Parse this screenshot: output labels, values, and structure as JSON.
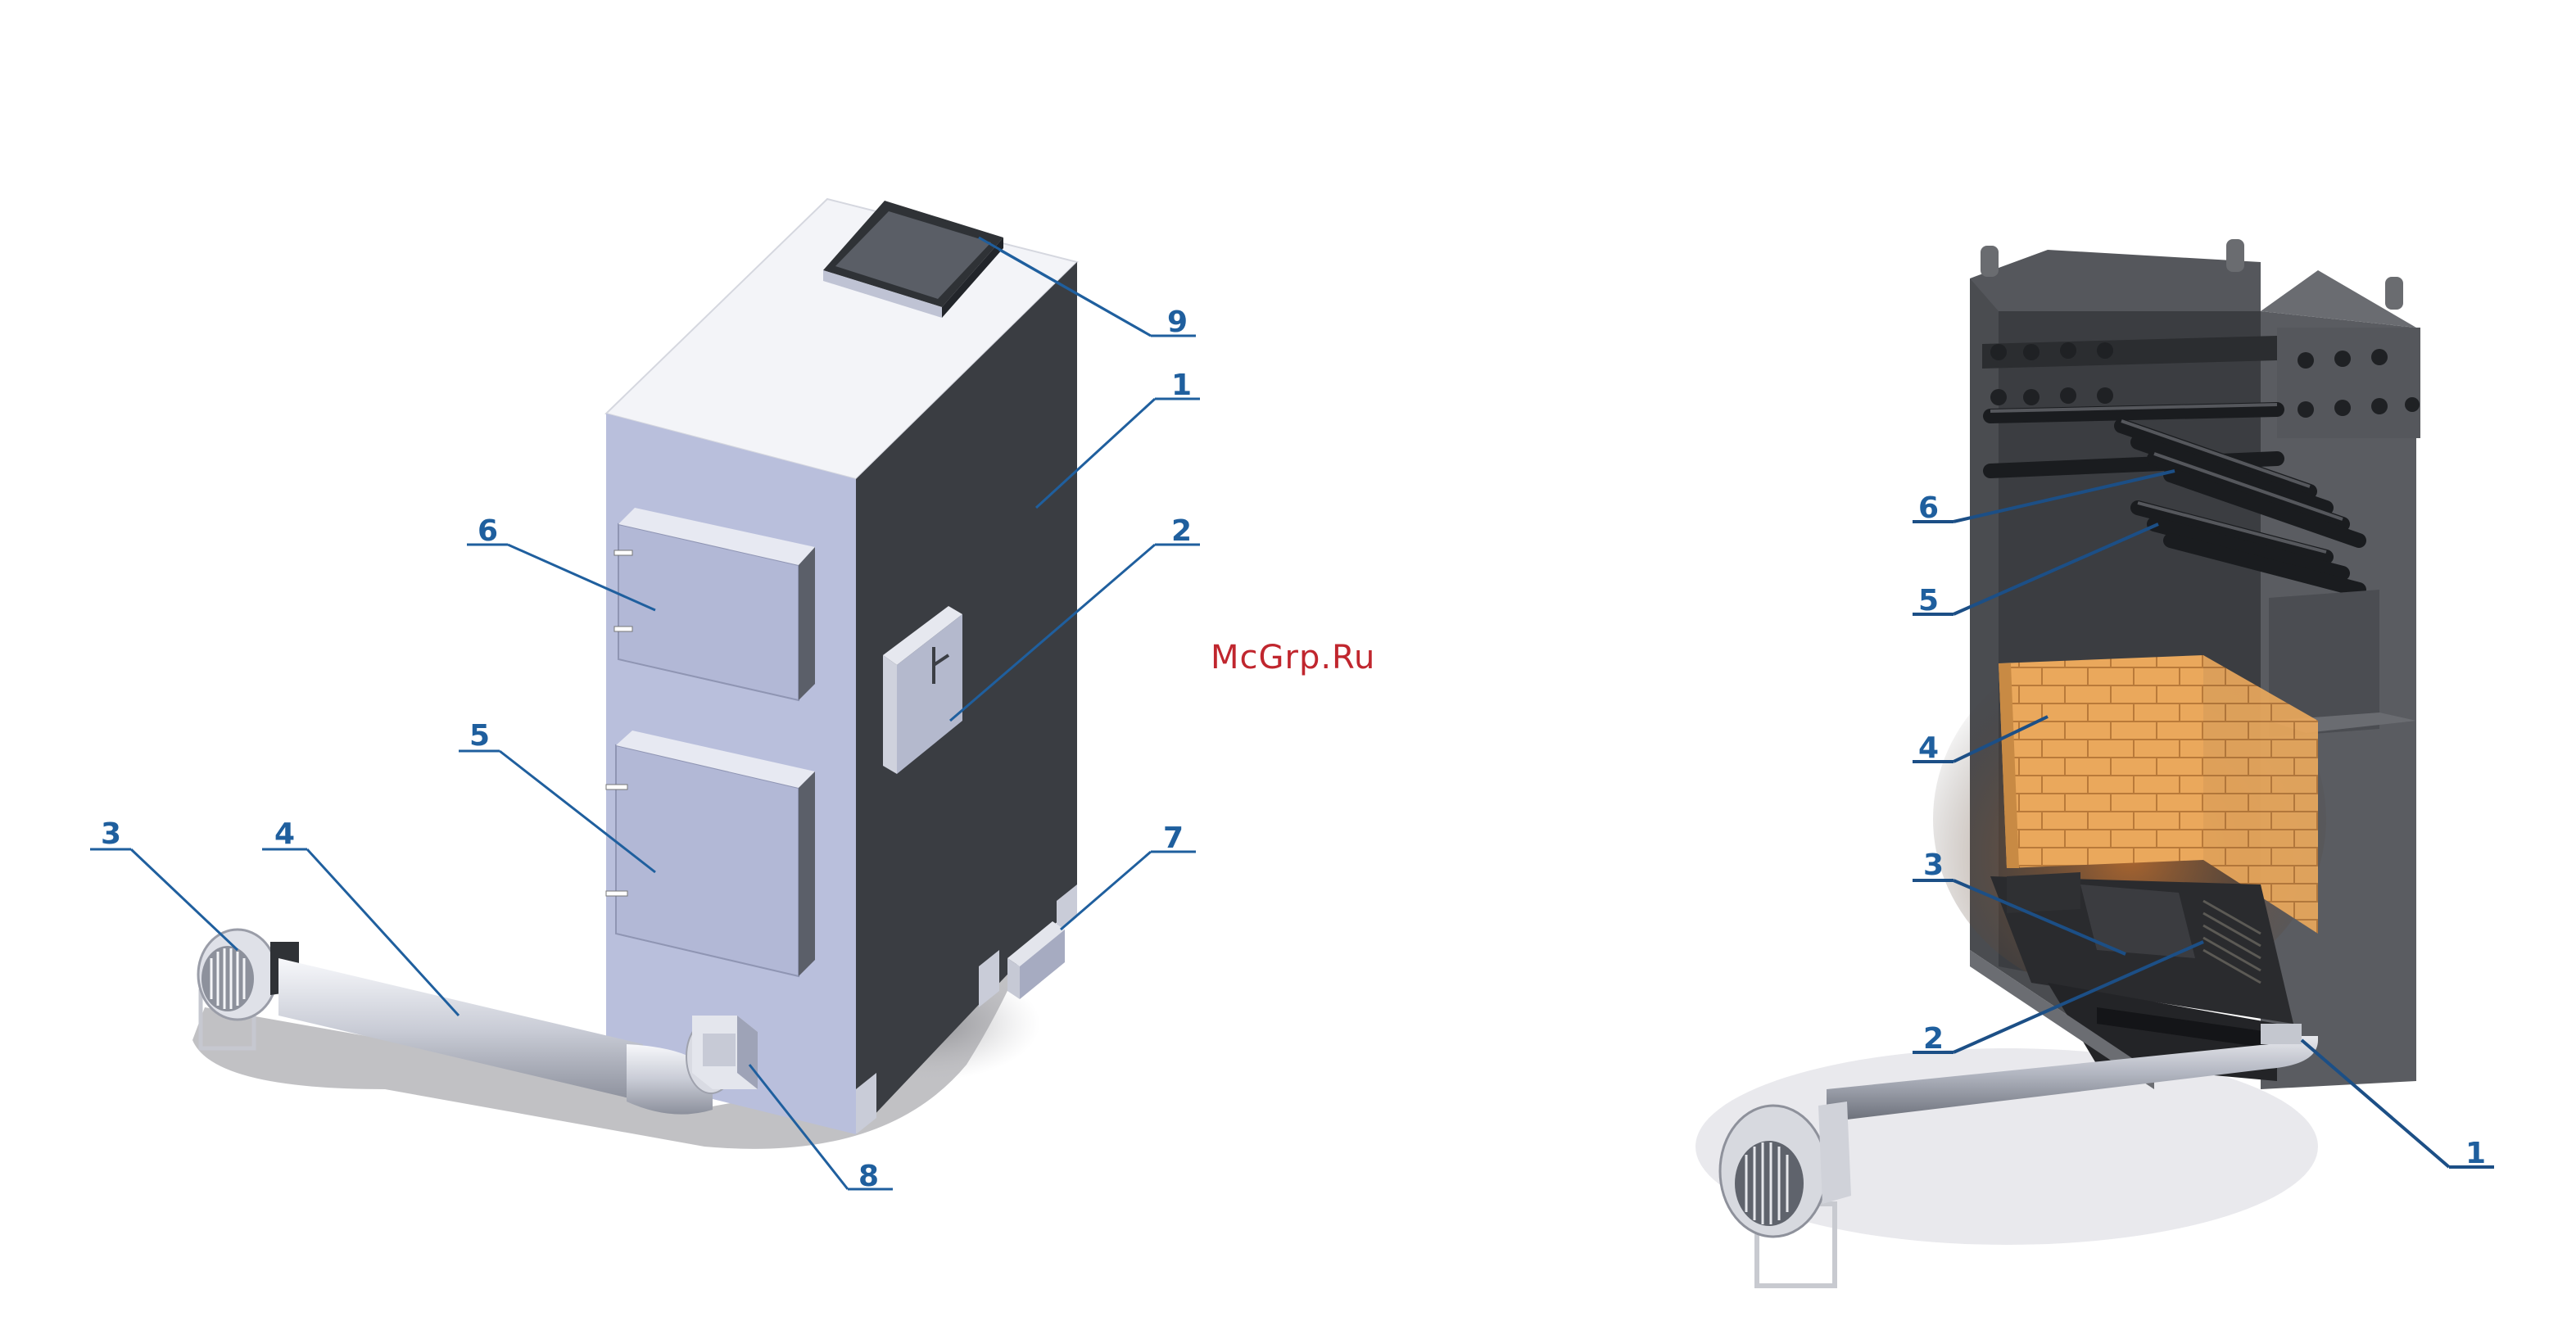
{
  "watermark": "McGrp.Ru",
  "colors": {
    "callout": "#1f5f9e",
    "watermark": "#c0262e",
    "boiler_front": "#b9bfdc",
    "boiler_top": "#f2f3f7",
    "boiler_side": "#3a3d42",
    "refractory": "#e9a65a"
  },
  "left_diagram": {
    "callouts": [
      "1",
      "2",
      "3",
      "4",
      "5",
      "6",
      "7",
      "8",
      "9"
    ]
  },
  "right_diagram": {
    "callouts": [
      "1",
      "2",
      "3",
      "4",
      "5",
      "6"
    ]
  }
}
